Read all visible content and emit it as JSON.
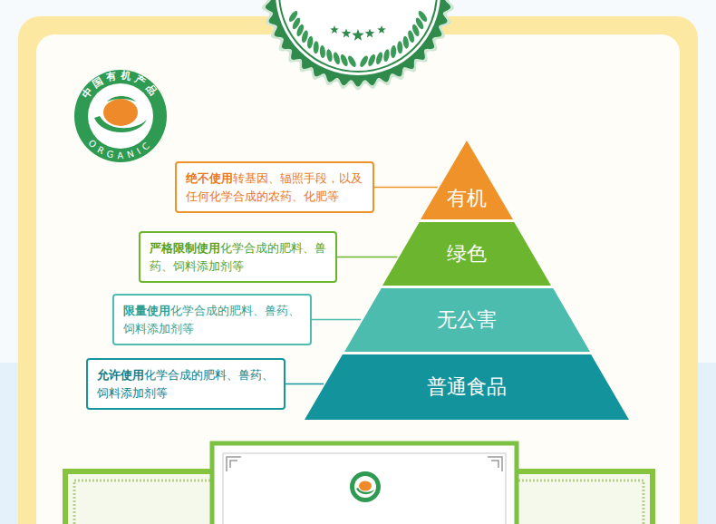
{
  "diagram": {
    "nodes": [
      {
        "text": [
          "绝不使用",
          "转基因、辐照手段，以及任何化学合成的农药、化肥等"
        ]
      },
      {
        "text": [
          "有机"
        ]
      },
      {
        "text": [
          "严格限制使用",
          "化学合成的肥料、兽药、饲料添加剂等"
        ]
      },
      {
        "text": [
          "绿色"
        ]
      },
      {
        "text": [
          "限量使用",
          "化学合成的肥料、兽药、饲料添加剂等"
        ]
      },
      {
        "text": [
          "无公害"
        ]
      },
      {
        "text": [
          "允许使用",
          "化学合成的肥料、兽药、饲料添加剂等"
        ]
      },
      {
        "text": [
          "普通食品"
        ]
      }
    ],
    "edges": [
      {
        "from": 0,
        "to": 1,
        "arrow": "none"
      },
      {
        "from": 2,
        "to": 3,
        "arrow": "none"
      },
      {
        "from": 4,
        "to": 5,
        "arrow": "none"
      },
      {
        "from": 6,
        "to": 7,
        "arrow": "none"
      }
    ],
    "labels": [
      "中国有机产品",
      "ORGANIC"
    ]
  }
}
